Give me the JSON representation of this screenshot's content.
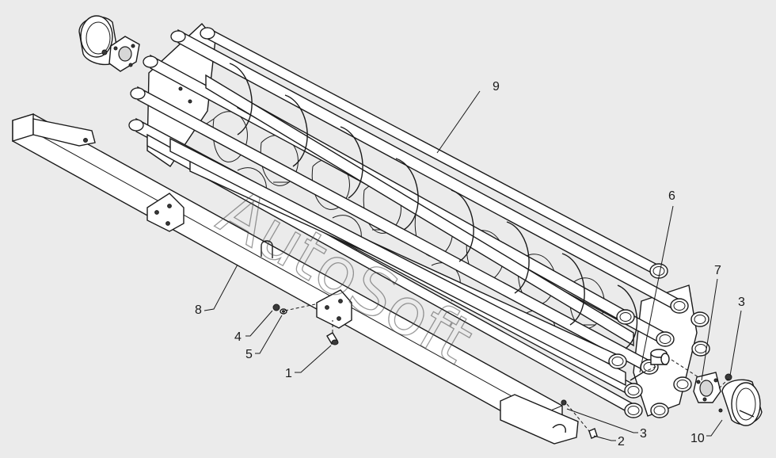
{
  "watermark": "AutoSoft",
  "callouts": {
    "c1": "1",
    "c2": "2",
    "c3a": "3",
    "c3b": "3",
    "c4": "4",
    "c5": "5",
    "c6": "6",
    "c7": "7",
    "c8": "8",
    "c9": "9",
    "c10": "10"
  }
}
